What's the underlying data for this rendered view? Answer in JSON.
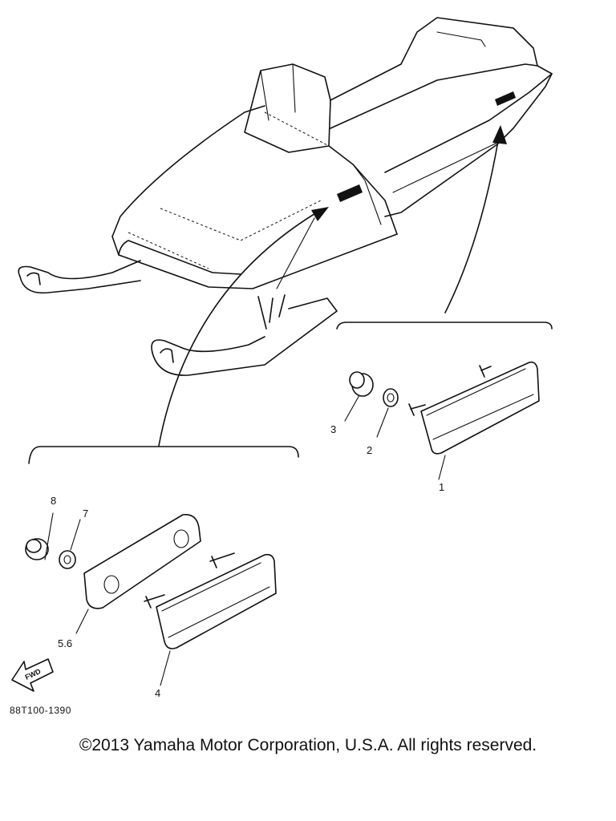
{
  "callouts": {
    "c1": "1",
    "c2": "2",
    "c3": "3",
    "c4": "4",
    "c56": "5.6",
    "c7": "7",
    "c8": "8"
  },
  "fwd_label": "FWD",
  "diagram_code": "88T100-1390",
  "copyright": "©2013 Yamaha Motor Corporation, U.S.A. All rights reserved."
}
